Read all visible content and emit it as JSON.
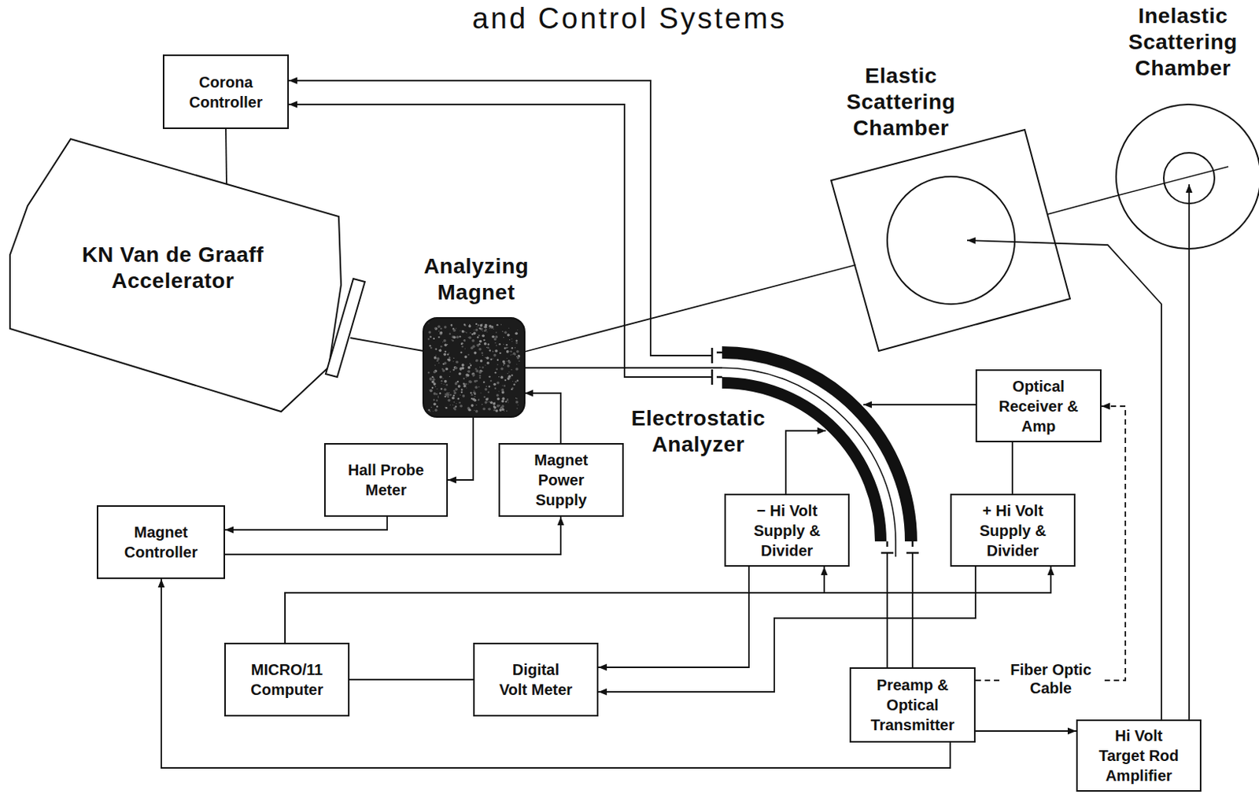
{
  "diagram": {
    "title": "and Control Systems",
    "nodes": [
      {
        "text": [
          "Corona Controller"
        ]
      },
      {
        "text": [
          "KN Van de Graaff Accelerator"
        ]
      },
      {
        "text": [
          "Analyzing Magnet"
        ]
      },
      {
        "text": [
          "Elastic Scattering Chamber"
        ]
      },
      {
        "text": [
          "Inelastic Scattering Chamber"
        ]
      },
      {
        "text": [
          "Electrostatic Analyzer"
        ]
      },
      {
        "text": [
          "Optical Receiver & Amp"
        ]
      },
      {
        "text": [
          "Hall Probe Meter"
        ]
      },
      {
        "text": [
          "Magnet Power Supply"
        ]
      },
      {
        "text": [
          "Magnet Controller"
        ]
      },
      {
        "text": [
          "− Hi Volt Supply & Divider"
        ]
      },
      {
        "text": [
          "+ Hi Volt Supply & Divider"
        ]
      },
      {
        "text": [
          "MICRO/11 Computer"
        ]
      },
      {
        "text": [
          "Digital Volt Meter"
        ]
      },
      {
        "text": [
          "Preamp & Optical Transmitter"
        ]
      },
      {
        "text": [
          "Hi Volt Target Rod Amplifier"
        ]
      }
    ],
    "edges": [
      {
        "from": 0,
        "to": 1,
        "arrow": "none"
      },
      {
        "from": 5,
        "to": 0,
        "arrow": "to"
      },
      {
        "from": 5,
        "to": 0,
        "arrow": "to"
      },
      {
        "from": 1,
        "to": 2,
        "arrow": "none"
      },
      {
        "from": 2,
        "to": 5,
        "arrow": "none"
      },
      {
        "from": 2,
        "to": 3,
        "arrow": "none"
      },
      {
        "from": 3,
        "to": 4,
        "arrow": "none"
      },
      {
        "from": 2,
        "to": 7,
        "arrow": "to"
      },
      {
        "from": 8,
        "to": 2,
        "arrow": "to"
      },
      {
        "from": 7,
        "to": 9,
        "arrow": "to"
      },
      {
        "from": 9,
        "to": 8,
        "arrow": "to"
      },
      {
        "from": 10,
        "to": 5,
        "arrow": "to"
      },
      {
        "from": 6,
        "to": 5,
        "arrow": "to"
      },
      {
        "from": 11,
        "to": 6,
        "arrow": "none"
      },
      {
        "from": 12,
        "to": 10,
        "arrow": "to"
      },
      {
        "from": 12,
        "to": 11,
        "arrow": "to"
      },
      {
        "from": 10,
        "to": 13,
        "arrow": "to"
      },
      {
        "from": 11,
        "to": 13,
        "arrow": "to"
      },
      {
        "from": 12,
        "to": 13,
        "arrow": "none"
      },
      {
        "from": 5,
        "to": 14,
        "arrow": "none"
      },
      {
        "from": 5,
        "to": 14,
        "arrow": "none"
      },
      {
        "from": 14,
        "to": 15,
        "arrow": "to"
      },
      {
        "from": 14,
        "to": 9,
        "arrow": "to"
      },
      {
        "from": 14,
        "to": 6,
        "label": "Fiber Optic Cable",
        "arrow": "to"
      },
      {
        "from": 15,
        "to": 3,
        "arrow": "to"
      },
      {
        "from": 15,
        "to": 4,
        "arrow": "to"
      }
    ]
  }
}
